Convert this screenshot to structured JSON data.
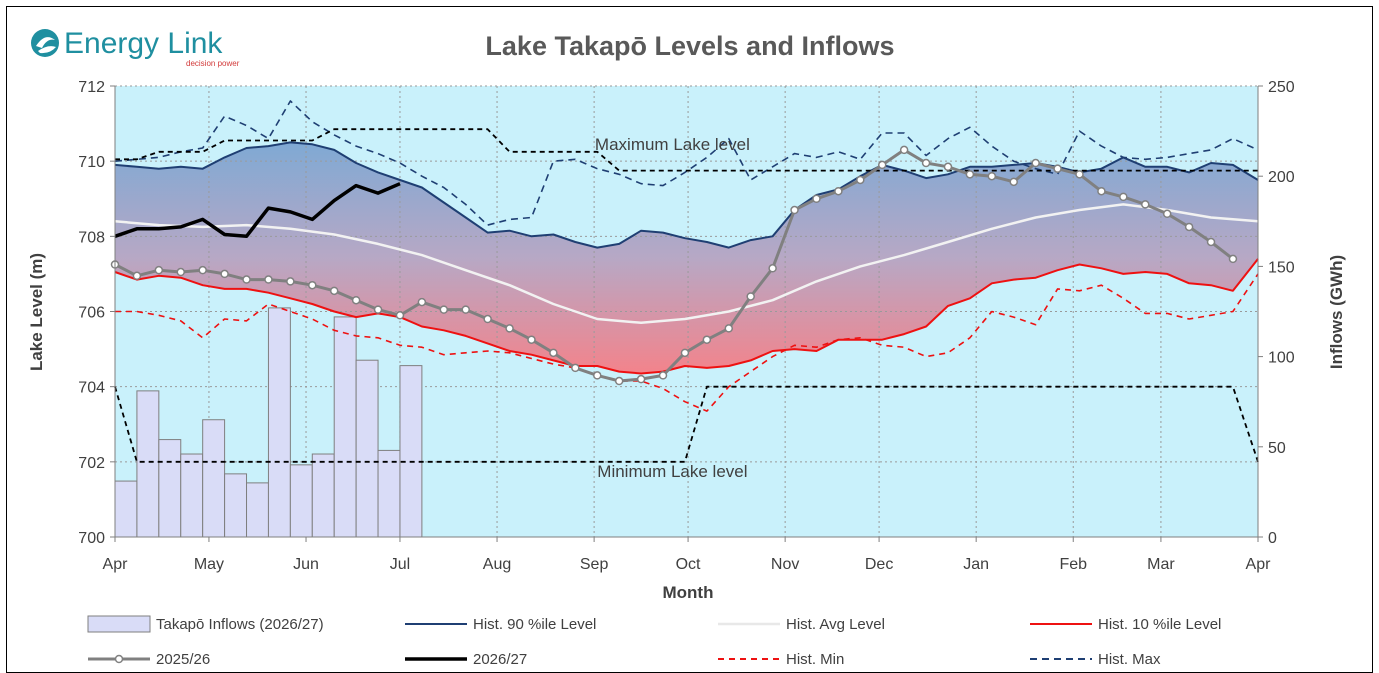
{
  "logo": {
    "text": "Energy Link",
    "tagline": "decision power"
  },
  "chart_data": {
    "type": "line",
    "title": "Lake Takapō Levels and Inflows",
    "xlabel": "Month",
    "ylabel": "Lake Level (m)",
    "y2label": "Inflows (GWh)",
    "ylim": [
      700,
      712
    ],
    "y2lim": [
      0,
      250
    ],
    "yticks": [
      700,
      702,
      704,
      706,
      708,
      710,
      712
    ],
    "y2ticks": [
      0,
      50,
      100,
      150,
      200,
      250
    ],
    "xlim": [
      0,
      365
    ],
    "month_ticks": [
      {
        "label": "Apr",
        "day": 0
      },
      {
        "label": "May",
        "day": 30
      },
      {
        "label": "Jun",
        "day": 61
      },
      {
        "label": "Jul",
        "day": 91
      },
      {
        "label": "Aug",
        "day": 122
      },
      {
        "label": "Sep",
        "day": 153
      },
      {
        "label": "Oct",
        "day": 183
      },
      {
        "label": "Nov",
        "day": 214
      },
      {
        "label": "Dec",
        "day": 244
      },
      {
        "label": "Jan",
        "day": 275
      },
      {
        "label": "Feb",
        "day": 306
      },
      {
        "label": "Mar",
        "day": 334
      },
      {
        "label": "Apr",
        "day": 365
      }
    ],
    "grid": true,
    "legend_position": "bottom",
    "annotations": [
      {
        "text": "Maximum Lake level",
        "day": 178,
        "level": 710.3
      },
      {
        "text": "Minimum Lake level",
        "day": 178,
        "level": 701.6
      }
    ],
    "colors": {
      "plot_bg": "#c9f1fb",
      "band_top": "#7faad2",
      "band_bottom": "#f2848b",
      "p90": "#1f3f73",
      "avg": "#f2f2f2",
      "p10": "#ee1111",
      "min": "#ee1111",
      "max": "#1f3f73",
      "s2025": "#808080",
      "s2026": "#000000",
      "bars_fill": "#d9dcf7",
      "bars_stroke": "#7f7f7f"
    },
    "inflows": {
      "name": "Takapō Inflows (2026/27)",
      "days": [
        0,
        7,
        14,
        21,
        28,
        35,
        42,
        49,
        56,
        63,
        70,
        77,
        84,
        91,
        98
      ],
      "values": [
        31,
        81,
        54,
        46,
        65,
        35,
        30,
        127,
        40,
        46,
        122,
        98,
        48,
        95,
        0
      ]
    },
    "series": [
      {
        "name": "Hist. 90 %ile Level",
        "days": [
          0,
          7,
          14,
          21,
          28,
          35,
          42,
          49,
          56,
          63,
          70,
          77,
          84,
          91,
          98,
          105,
          112,
          119,
          126,
          133,
          140,
          147,
          154,
          161,
          168,
          175,
          182,
          189,
          196,
          203,
          210,
          217,
          224,
          231,
          238,
          245,
          252,
          259,
          266,
          273,
          280,
          287,
          294,
          301,
          308,
          315,
          322,
          329,
          336,
          343,
          350,
          357,
          365
        ],
        "values": [
          709.9,
          709.85,
          709.8,
          709.85,
          709.8,
          710.1,
          710.35,
          710.4,
          710.5,
          710.45,
          710.3,
          709.95,
          709.7,
          709.5,
          709.3,
          708.9,
          708.5,
          708.1,
          708.15,
          708.0,
          708.05,
          707.85,
          707.7,
          707.8,
          708.15,
          708.1,
          707.95,
          707.85,
          707.7,
          707.9,
          708.0,
          708.7,
          709.1,
          709.25,
          709.6,
          709.9,
          709.75,
          709.55,
          709.65,
          709.85,
          709.85,
          709.9,
          709.95,
          709.85,
          709.7,
          709.8,
          710.1,
          709.85,
          709.85,
          709.7,
          709.95,
          709.9,
          709.5
        ]
      },
      {
        "name": "Hist. Avg Level",
        "days": [
          0,
          14,
          28,
          42,
          56,
          70,
          84,
          98,
          112,
          126,
          140,
          154,
          168,
          182,
          196,
          210,
          224,
          238,
          252,
          266,
          280,
          294,
          308,
          322,
          336,
          350,
          365
        ],
        "values": [
          708.4,
          708.3,
          708.25,
          708.3,
          708.2,
          708.05,
          707.8,
          707.5,
          707.1,
          706.7,
          706.2,
          705.8,
          705.7,
          705.8,
          706.0,
          706.3,
          706.8,
          707.2,
          707.5,
          707.85,
          708.2,
          708.5,
          708.7,
          708.85,
          708.7,
          708.5,
          708.4
        ]
      },
      {
        "name": "Hist. 10 %ile Level",
        "days": [
          0,
          7,
          14,
          21,
          28,
          35,
          42,
          49,
          56,
          63,
          70,
          77,
          84,
          91,
          98,
          105,
          112,
          119,
          126,
          133,
          140,
          147,
          154,
          161,
          168,
          175,
          182,
          189,
          196,
          203,
          210,
          217,
          224,
          231,
          238,
          245,
          252,
          259,
          266,
          273,
          280,
          287,
          294,
          301,
          308,
          315,
          322,
          329,
          336,
          343,
          350,
          357,
          365
        ],
        "values": [
          707.05,
          706.85,
          706.95,
          706.9,
          706.7,
          706.6,
          706.6,
          706.5,
          706.35,
          706.2,
          706.0,
          705.85,
          705.95,
          705.85,
          705.6,
          705.5,
          705.35,
          705.15,
          704.95,
          704.85,
          704.7,
          704.55,
          704.55,
          704.4,
          704.35,
          704.4,
          704.55,
          704.5,
          704.55,
          704.7,
          704.95,
          705.0,
          704.95,
          705.25,
          705.25,
          705.25,
          705.4,
          705.6,
          706.15,
          706.35,
          706.75,
          706.85,
          706.9,
          707.1,
          707.25,
          707.15,
          707.0,
          707.05,
          707.0,
          706.75,
          706.7,
          706.55,
          707.4
        ]
      },
      {
        "name": "Hist. Min",
        "days": [
          0,
          7,
          14,
          21,
          28,
          35,
          42,
          49,
          56,
          63,
          70,
          77,
          84,
          91,
          98,
          105,
          112,
          119,
          126,
          133,
          140,
          147,
          154,
          161,
          168,
          175,
          182,
          189,
          196,
          203,
          210,
          217,
          224,
          231,
          238,
          245,
          252,
          259,
          266,
          273,
          280,
          287,
          294,
          301,
          308,
          315,
          322,
          329,
          336,
          343,
          350,
          357,
          365
        ],
        "values": [
          706.0,
          706.0,
          705.9,
          705.75,
          705.3,
          705.8,
          705.75,
          706.2,
          706.0,
          705.8,
          705.5,
          705.35,
          705.3,
          705.1,
          705.05,
          704.85,
          704.9,
          704.95,
          704.9,
          704.75,
          704.6,
          704.5,
          704.3,
          704.15,
          704.15,
          703.95,
          703.6,
          703.35,
          704.0,
          704.4,
          704.8,
          705.1,
          705.05,
          705.25,
          705.3,
          705.1,
          705.05,
          704.8,
          704.9,
          705.3,
          706.0,
          705.85,
          705.65,
          706.6,
          706.55,
          706.7,
          706.35,
          705.95,
          705.95,
          705.8,
          705.9,
          706.0,
          707.0
        ]
      },
      {
        "name": "Hist. Max",
        "days": [
          0,
          7,
          14,
          21,
          28,
          35,
          42,
          49,
          56,
          63,
          70,
          77,
          84,
          91,
          98,
          105,
          112,
          119,
          126,
          133,
          140,
          147,
          154,
          161,
          168,
          175,
          182,
          189,
          196,
          203,
          210,
          217,
          224,
          231,
          238,
          245,
          252,
          259,
          266,
          273,
          280,
          287,
          294,
          301,
          308,
          315,
          322,
          329,
          336,
          343,
          350,
          357,
          365
        ],
        "values": [
          710.0,
          710.05,
          710.1,
          710.25,
          710.35,
          711.2,
          710.95,
          710.6,
          711.6,
          711.05,
          710.7,
          710.4,
          710.2,
          709.95,
          709.6,
          709.3,
          708.85,
          708.3,
          708.45,
          708.5,
          710.0,
          710.05,
          709.8,
          709.65,
          709.4,
          709.35,
          709.7,
          710.1,
          710.6,
          709.5,
          709.85,
          710.2,
          710.1,
          710.25,
          710.05,
          710.75,
          710.75,
          710.15,
          710.6,
          710.9,
          710.4,
          710.0,
          709.8,
          709.65,
          710.8,
          710.4,
          710.1,
          710.05,
          710.1,
          710.2,
          710.3,
          710.6,
          710.3
        ]
      },
      {
        "name": "2025/26",
        "days": [
          0,
          7,
          14,
          21,
          28,
          35,
          42,
          49,
          56,
          63,
          70,
          77,
          84,
          91,
          98,
          105,
          112,
          119,
          126,
          133,
          140,
          147,
          154,
          161,
          168,
          175,
          182,
          189,
          196,
          203,
          210,
          217,
          224,
          231,
          238,
          245,
          252,
          259,
          266,
          273,
          280,
          287,
          294,
          301,
          308,
          315,
          322,
          329,
          336,
          343,
          350,
          357
        ],
        "values": [
          707.25,
          706.95,
          707.1,
          707.05,
          707.1,
          707.0,
          706.85,
          706.85,
          706.8,
          706.7,
          706.55,
          706.3,
          706.05,
          705.9,
          706.25,
          706.05,
          706.05,
          705.8,
          705.55,
          705.25,
          704.9,
          704.5,
          704.3,
          704.15,
          704.2,
          704.3,
          704.9,
          705.25,
          705.55,
          706.4,
          707.15,
          708.7,
          709.0,
          709.2,
          709.5,
          709.9,
          710.3,
          709.95,
          709.85,
          709.65,
          709.6,
          709.45,
          709.95,
          709.8,
          709.65,
          709.2,
          709.05,
          708.85,
          708.6,
          708.25,
          707.85,
          707.4
        ]
      },
      {
        "name": "2026/27",
        "days": [
          0,
          7,
          14,
          21,
          28,
          35,
          42,
          49,
          56,
          63,
          70,
          77,
          84,
          91
        ],
        "values": [
          708.0,
          708.2,
          708.2,
          708.25,
          708.45,
          708.05,
          708.0,
          708.75,
          708.65,
          708.45,
          708.95,
          709.35,
          709.15,
          709.4
        ]
      },
      {
        "name": "Maximum Lake level",
        "days": [
          0,
          7,
          14,
          28,
          35,
          63,
          70,
          119,
          126,
          154,
          161,
          365
        ],
        "values": [
          710.05,
          710.05,
          710.25,
          710.25,
          710.55,
          710.55,
          710.85,
          710.85,
          710.25,
          710.25,
          709.75,
          709.75
        ]
      },
      {
        "name": "Minimum Lake level",
        "days": [
          0,
          7,
          182,
          189,
          357,
          365
        ],
        "values": [
          704.0,
          702.0,
          702.0,
          704.0,
          704.0,
          702.0
        ]
      }
    ],
    "legend": [
      "Takapō Inflows (2026/27)",
      "Hist. 90 %ile Level",
      "Hist. Avg Level",
      "Hist. 10 %ile Level",
      "2025/26",
      "2026/27",
      "Hist. Min",
      "Hist. Max"
    ]
  }
}
